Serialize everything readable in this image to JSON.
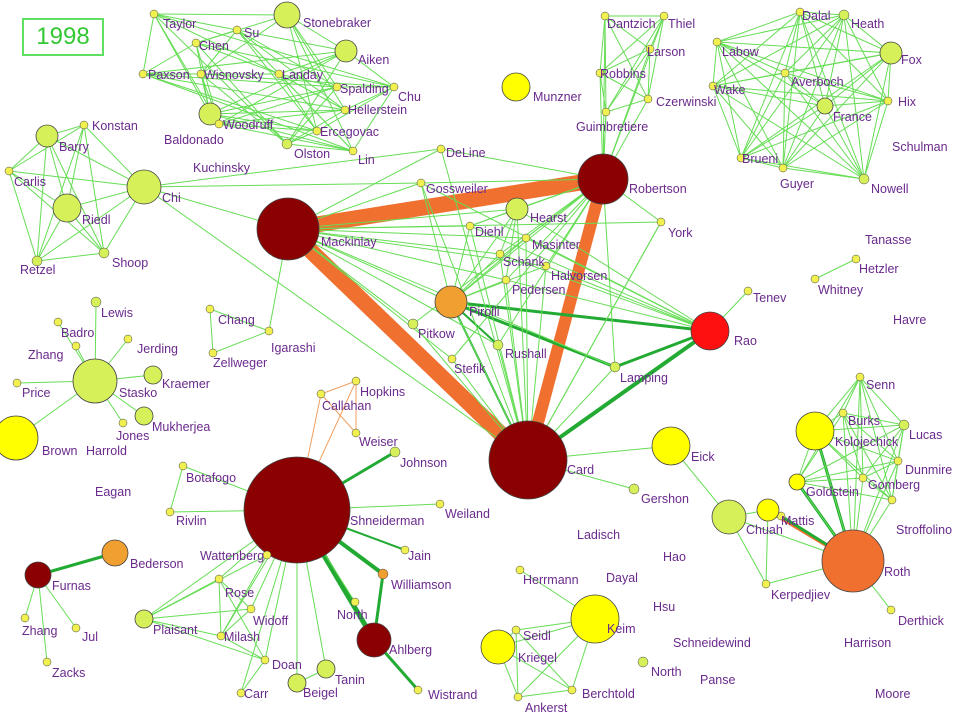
{
  "year": "1998",
  "colors": {
    "edge_light": "#66dd55",
    "edge_strong": "#22aa33",
    "edge_major": "#f07030",
    "edge_thin_orange": "#f0a060",
    "node_darkred": "#8b0000",
    "node_red": "#ff1010",
    "node_orange": "#f07030",
    "node_amber": "#f0a030",
    "node_yellow": "#ffff00",
    "node_lime": "#d6f05a",
    "node_small": "#f0f050",
    "label": "#6a2a8c"
  },
  "labels": [
    "Taylor",
    "Su",
    "Chen",
    "Stonebraker",
    "Aiken",
    "Paxson",
    "Wisnovsky",
    "Landay",
    "Spalding",
    "Chu",
    "Hellerstein",
    "Baldonado",
    "Woodruff",
    "Ercegovac",
    "Olston",
    "Lin",
    "Konstan",
    "Barry",
    "Carlis",
    "Riedl",
    "Retzel",
    "Shoop",
    "Chi",
    "Kuchinsky",
    "DeLine",
    "Gossweiler",
    "Mackinlay",
    "Diehl",
    "Hearst",
    "Masinter",
    "Schank",
    "Halvorsen",
    "Pedersen",
    "Munzner",
    "Dantzich",
    "Thiel",
    "Larson",
    "Robbins",
    "Czerwinski",
    "Guimbretiere",
    "Robertson",
    "York",
    "Dalal",
    "Heath",
    "Labow",
    "Fox",
    "Averboch",
    "Wake",
    "Hix",
    "France",
    "Schulman",
    "Brueni",
    "Guyer",
    "Nowell",
    "Tanasse",
    "Hetzler",
    "Whitney",
    "Havre",
    "Tenev",
    "Rao",
    "Lewis",
    "Badro",
    "Jerding",
    "Zhang",
    "Kraemer",
    "Price",
    "Stasko",
    "Mukherjea",
    "Jones",
    "Brown",
    "Harrold",
    "Chang",
    "Igarashi",
    "Zellweger",
    "Pitkow",
    "Pirolli",
    "Rushall",
    "Stefik",
    "Lamping",
    "Hopkins",
    "Callahan",
    "Weiser",
    "Johnson",
    "Botafogo",
    "Eagan",
    "Rivlin",
    "Weiland",
    "Shneiderman",
    "Card",
    "Eick",
    "Gershon",
    "Ladisch",
    "Jain",
    "Williamson",
    "Wattenberg",
    "Bederson",
    "Furnas",
    "Zhang",
    "Jul",
    "Zacks",
    "Rose",
    "Widoff",
    "Plaisant",
    "Milash",
    "Doan",
    "North",
    "Ahlberg",
    "Carr",
    "Tanin",
    "Beigel",
    "Wistrand",
    "Herrmann",
    "Dayal",
    "Hao",
    "Hsu",
    "Keim",
    "Seidl",
    "Kriegel",
    "Schneidewind",
    "North",
    "Berchtold",
    "Ankerst",
    "Panse",
    "Senn",
    "Burks",
    "Kolojechick",
    "Lucas",
    "Dunmire",
    "Goldstein",
    "Gomberg",
    "Mattis",
    "Chuah",
    "Stroffolino",
    "Roth",
    "Kerpedjiev",
    "Derthick",
    "Harrison",
    "Moore"
  ]
}
